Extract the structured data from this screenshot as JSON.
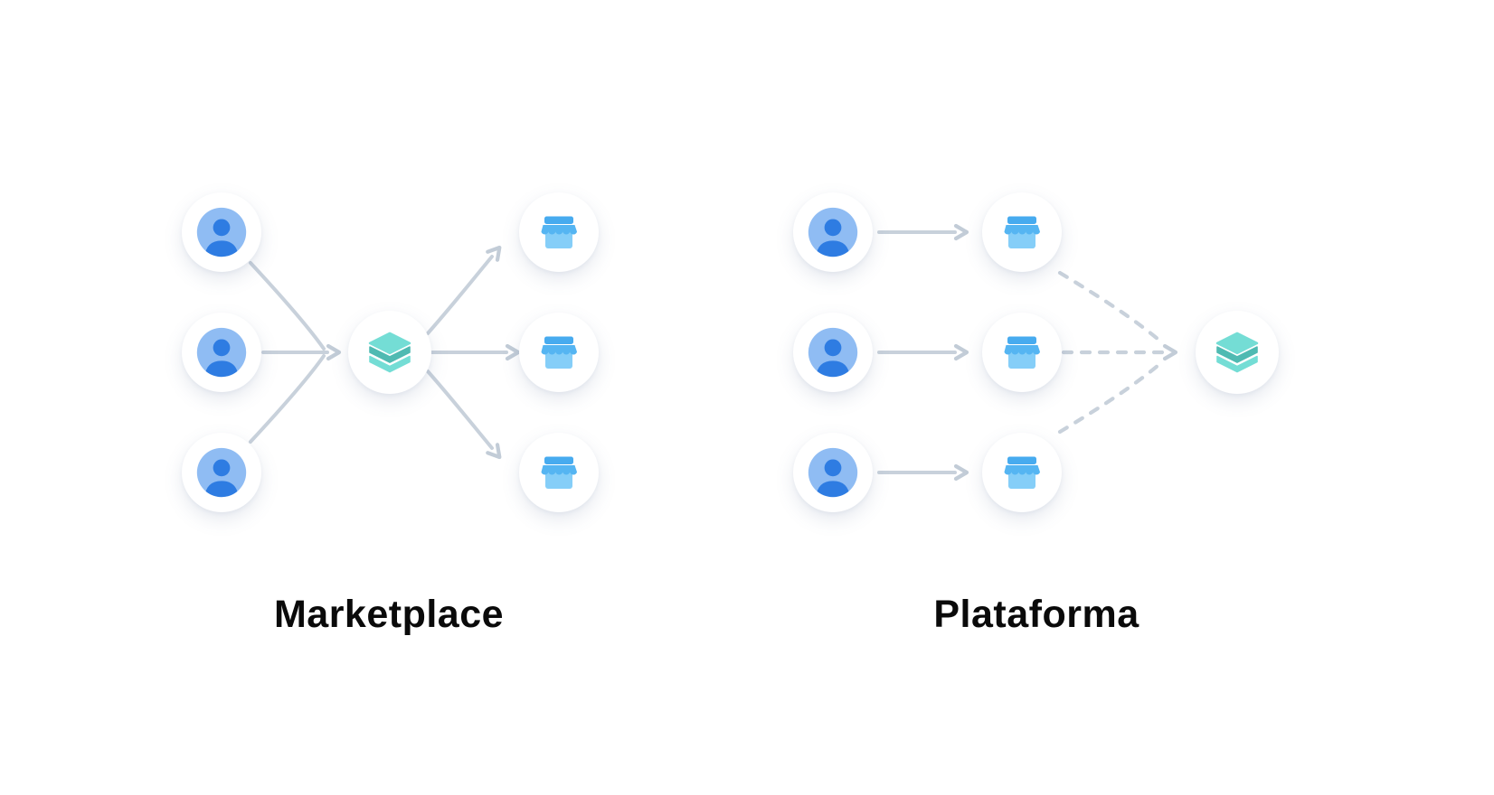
{
  "diagrams": [
    {
      "id": "marketplace",
      "label": "Marketplace",
      "topology": "three users connect through one central platform hub that fans out to three stores",
      "nodes": {
        "users": 3,
        "hub": "layers-icon",
        "stores": 3
      },
      "connector_style": "solid curved arrows converging into hub, then diverging to stores"
    },
    {
      "id": "plataforma",
      "label": "Plataforma",
      "topology": "each of three users connects directly to its own store; all three stores link by dashed arrows to one platform layers node",
      "nodes": {
        "users": 3,
        "stores": 3,
        "hub": "layers-icon"
      },
      "connector_style": "solid straight arrows user-to-store, dashed curved arrows stores-to-platform"
    }
  ],
  "icons": {
    "user": "user-icon",
    "store": "storefront-icon",
    "platform": "layers-icon"
  },
  "colors": {
    "background": "#ffffff",
    "label_text": "#0a0a0a",
    "arrow": "#c8d1db",
    "node_circle": "#ffffff",
    "user_bg": "#8fbcf3",
    "user_fg": "#2e7ce2",
    "store_dark": "#47abef",
    "store_mid": "#55b5f2",
    "store_light": "#85cef8",
    "layers_light": "#74ddd5",
    "layers_dark": "#4fbab2"
  }
}
